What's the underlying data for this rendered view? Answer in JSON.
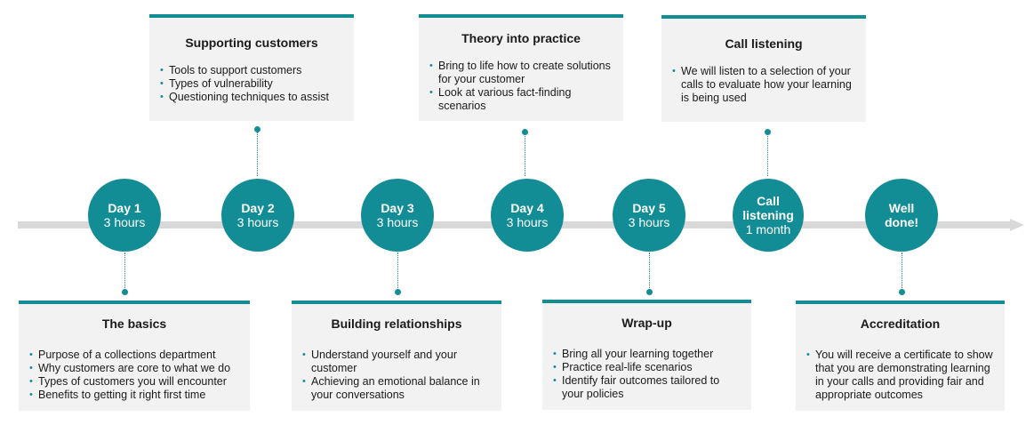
{
  "colors": {
    "accent": "#138d95",
    "card_bg": "#f2f2f2",
    "arrow": "#d9d9d9"
  },
  "nodes": [
    {
      "title": "Day 1",
      "sub": "3 hours"
    },
    {
      "title": "Day 2",
      "sub": "3 hours"
    },
    {
      "title": "Day 3",
      "sub": "3 hours"
    },
    {
      "title": "Day 4",
      "sub": "3 hours"
    },
    {
      "title": "Day 5",
      "sub": "3 hours"
    },
    {
      "title": "Call listening",
      "sub": "1 month"
    },
    {
      "title": "Well done!",
      "sub": ""
    }
  ],
  "cards": {
    "basics": {
      "title": "The basics",
      "items": [
        "Purpose of a collections department",
        "Why customers are core to what we do",
        "Types of customers you will encounter",
        "Benefits to getting it right first time"
      ]
    },
    "supporting": {
      "title": "Supporting customers",
      "items": [
        "Tools to support customers",
        "Types of vulnerability",
        "Questioning techniques to assist"
      ]
    },
    "building": {
      "title": "Building relationships",
      "items": [
        "Understand yourself and your customer",
        "Achieving an emotional balance in your conversations"
      ]
    },
    "theory": {
      "title": "Theory into practice",
      "items": [
        "Bring to life how to create solutions for your customer",
        "Look at various fact-finding scenarios"
      ]
    },
    "wrapup": {
      "title": "Wrap-up",
      "items": [
        "Bring all your learning together",
        "Practice real-life scenarios",
        "Identify fair outcomes tailored to your policies"
      ]
    },
    "call": {
      "title": "Call listening",
      "items": [
        "We will listen to a selection of your calls to evaluate how your learning is being used"
      ]
    },
    "accreditation": {
      "title": "Accreditation",
      "items": [
        "You will receive a certificate to show that you are demonstrating learning in your calls and providing fair and appropriate outcomes"
      ]
    }
  }
}
